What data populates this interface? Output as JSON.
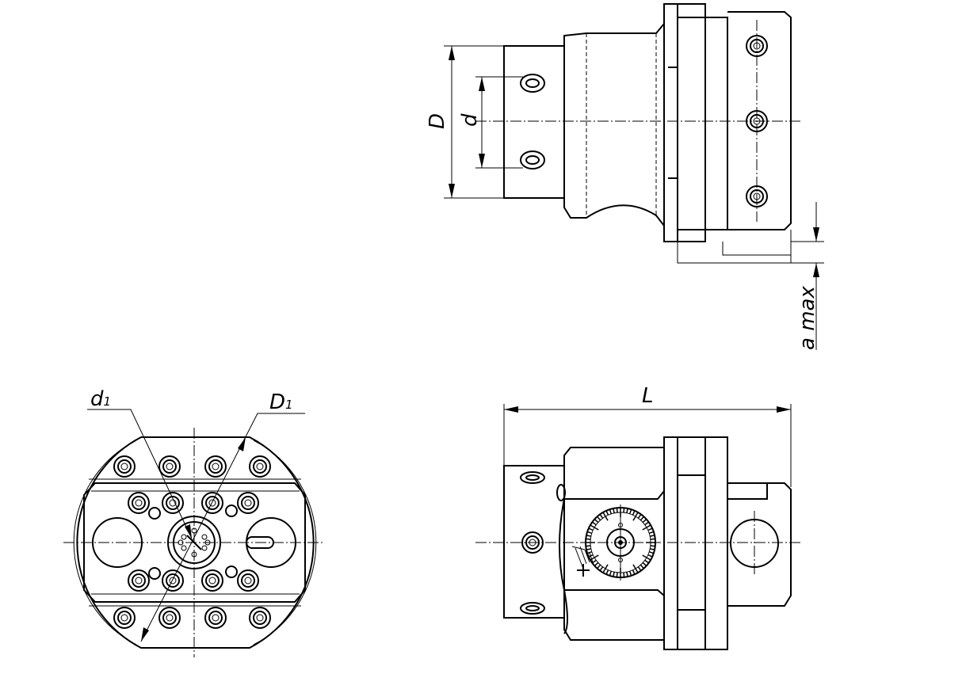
{
  "labels": {
    "D": "D",
    "d": "d",
    "a_max": "a max",
    "L": "L",
    "d1": {
      "base": "d",
      "sub": "1"
    },
    "D1": {
      "base": "D",
      "sub": "1"
    }
  },
  "dial": {
    "tick_count": 60
  }
}
